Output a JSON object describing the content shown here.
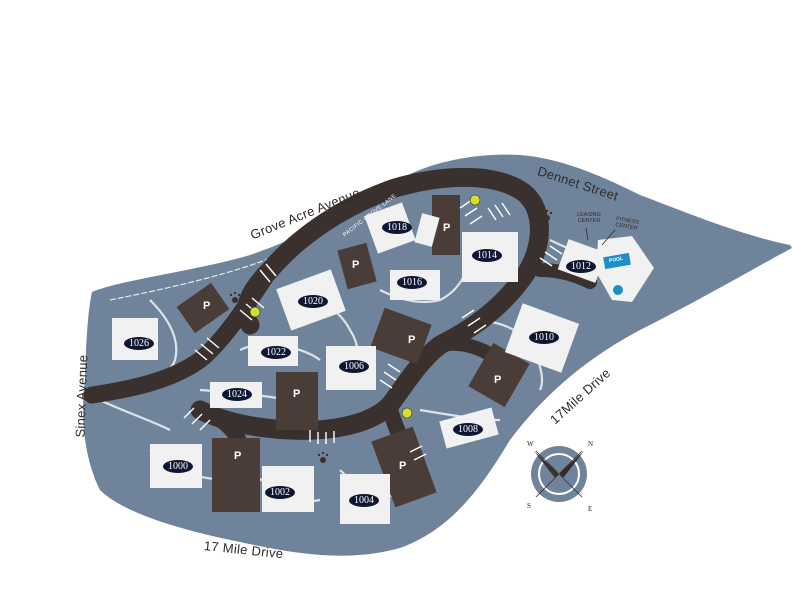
{
  "streets": {
    "grove_acre": "Grove Acre Avenue",
    "dennet": "Dennet Street",
    "sinex": "Sinex Avenue",
    "mile_east": "17Mile Drive",
    "mile_south": "17 Mile Drive",
    "pacific_grove": "PACIFIC GROVE LANE"
  },
  "amenities": {
    "leasing": "LEASING CENTER",
    "fitness": "FITNESS CENTER",
    "pool": "POOL"
  },
  "parking_label": "P",
  "compass": {
    "n": "N",
    "e": "E",
    "s": "S",
    "w": "W"
  },
  "buildings": {
    "b1000": "1000",
    "b1002": "1002",
    "b1004": "1004",
    "b1006": "1006",
    "b1008": "1008",
    "b1010": "1010",
    "b1012": "1012",
    "b1014": "1014",
    "b1016": "1016",
    "b1018": "1018",
    "b1020": "1020",
    "b1022": "1022",
    "b1024": "1024",
    "b1026": "1026"
  },
  "colors": {
    "ground": "#6f849b",
    "road": "#3a302d",
    "building": "#f1f1f1",
    "parking_lot": "#4a3c36",
    "label_oval": "#0f1633",
    "recycle": "#d4df2e",
    "pool": "#1c8fc8"
  },
  "icons": [
    "recycle-icon",
    "paw-icon",
    "compass-rose-icon"
  ]
}
